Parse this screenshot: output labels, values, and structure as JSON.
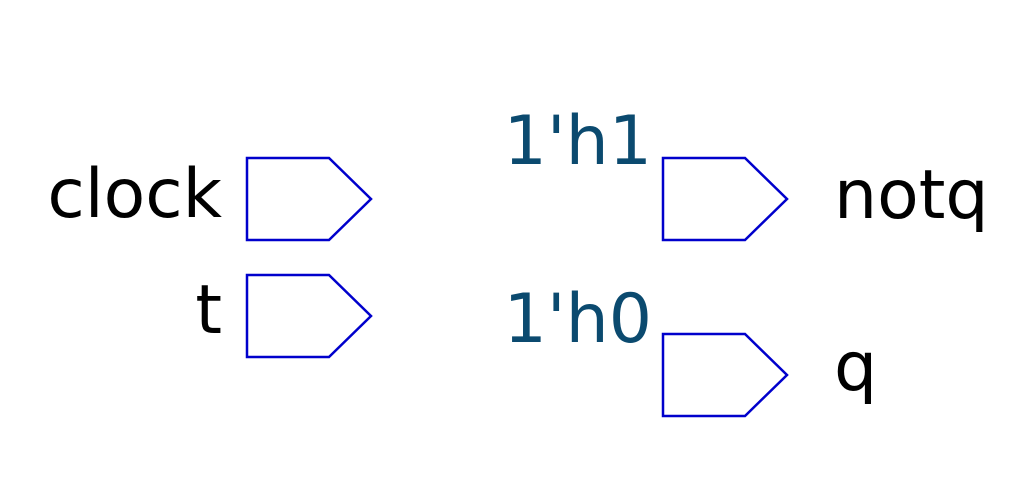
{
  "colors": {
    "port_stroke": "#0000cc",
    "label_text": "#000000",
    "constant_text": "#0b4a6f"
  },
  "inputs": [
    {
      "label": "clock"
    },
    {
      "label": "t"
    }
  ],
  "constants": [
    {
      "value": "1'h1"
    },
    {
      "value": "1'h0"
    }
  ],
  "outputs": [
    {
      "label": "notq"
    },
    {
      "label": "q"
    }
  ]
}
